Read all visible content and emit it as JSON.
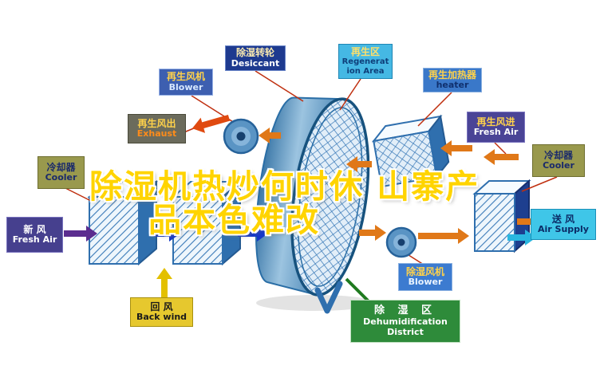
{
  "title": {
    "line1": "除湿机热炒何时休 山寨产",
    "line2": "品本色难改"
  },
  "labels": {
    "regen_blower": {
      "zh": "再生风机",
      "en": "Blower"
    },
    "desiccant": {
      "zh": "除湿转轮",
      "en": "Desiccant"
    },
    "regen_area": {
      "zh": "再生区",
      "en": "Regeneration Area"
    },
    "regen_heater": {
      "zh": "再生加热器",
      "en": "heater"
    },
    "exhaust_out": {
      "zh": "再生风出",
      "en": "Exhaust"
    },
    "regen_fresh_in": {
      "zh": "再生风进",
      "en": "Fresh Air"
    },
    "cooler_left": {
      "zh": "冷却器",
      "en": "Cooler"
    },
    "cooler_right": {
      "zh": "冷却器",
      "en": "Cooler"
    },
    "fresh_air": {
      "zh": "新  风",
      "en": "Fresh Air"
    },
    "air_supply": {
      "zh": "送  风",
      "en": "Air Supply"
    },
    "back_wind": {
      "zh": "回  风",
      "en": "Back wind"
    },
    "dehumid_blower": {
      "zh": "除湿风机",
      "en": "Blower"
    },
    "dehumid_zone": {
      "zh": "除 湿 区",
      "en_line1": "Dehumidification",
      "en_line2": "District"
    }
  },
  "colors": {
    "title_fill": "#ffd400",
    "title_outline": "#ffffff",
    "arrow_orange": "#e07818",
    "arrow_red": "#e04a10",
    "arrow_blue": "#1538c8",
    "arrow_purple": "#5b2d8f",
    "arrow_yellow": "#e3c000",
    "arrow_cyan": "#2ab8e0",
    "zone_green": "#2e8b3a",
    "drum_blue": "#4f8cba",
    "background": "#ffffff"
  }
}
